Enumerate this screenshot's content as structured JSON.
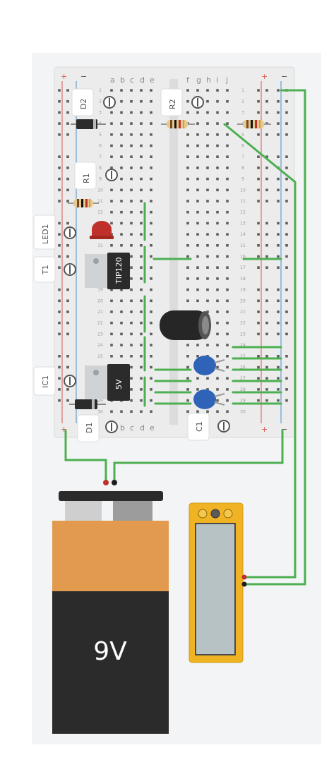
{
  "breadboard": {
    "columns_left": [
      "a",
      "b",
      "c",
      "d",
      "e"
    ],
    "columns_right": [
      "f",
      "g",
      "h",
      "i",
      "j"
    ],
    "rail_plus": "+",
    "rail_minus": "−",
    "row_count": 30
  },
  "labels": {
    "d2": "D2",
    "r2": "R2",
    "r1": "R1",
    "led1": "LED1",
    "t1": "T1",
    "ic1": "IC1",
    "d1": "D1",
    "c1": "C1"
  },
  "components": {
    "transistor_text": "TIP120",
    "regulator_text": "5V",
    "battery_text": "9V"
  },
  "multimeter": {
    "mode_icons": [
      "current-mode-icon",
      "voltage-mode-icon",
      "resistance-mode-icon"
    ]
  },
  "colors": {
    "wire": "#4caf50",
    "rail_red": "#d9534f",
    "rail_blue": "#4a90c8",
    "battery_top": "#e29a4f",
    "battery_body": "#2b2b2b",
    "led": "#c0302a",
    "capacitor_ceramic": "#2f63b8",
    "multimeter_body": "#f0b323"
  }
}
